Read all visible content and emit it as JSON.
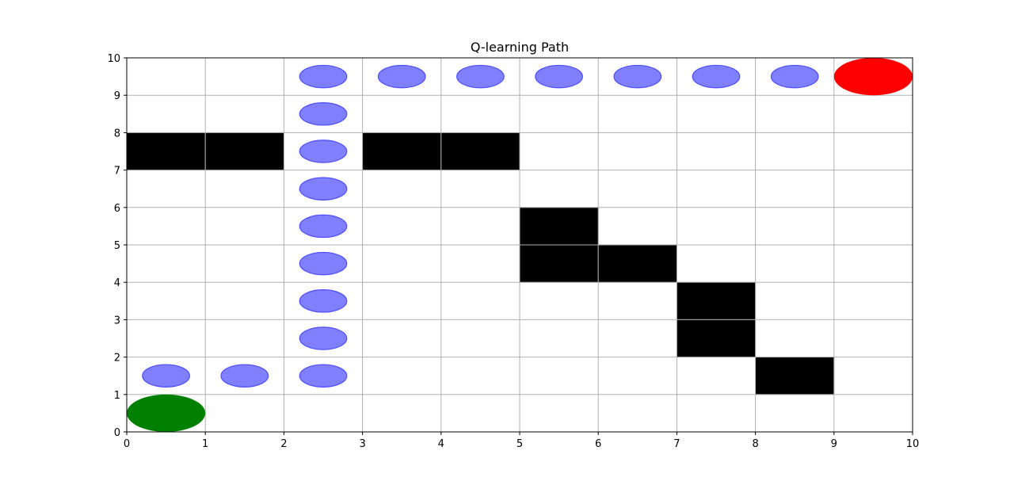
{
  "chart_data": {
    "type": "scatter",
    "title": "Q-learning Path",
    "xlabel": "",
    "ylabel": "",
    "xlim": [
      0,
      10
    ],
    "ylim": [
      0,
      10
    ],
    "xticks": [
      "0",
      "1",
      "2",
      "3",
      "4",
      "5",
      "6",
      "7",
      "8",
      "9",
      "10"
    ],
    "yticks": [
      "0",
      "1",
      "2",
      "3",
      "4",
      "5",
      "6",
      "7",
      "8",
      "9",
      "10"
    ],
    "grid": true,
    "obstacle_color": "#000000",
    "obstacles": [
      {
        "x": 0,
        "y": 7
      },
      {
        "x": 1,
        "y": 7
      },
      {
        "x": 3,
        "y": 7
      },
      {
        "x": 4,
        "y": 7
      },
      {
        "x": 5,
        "y": 5
      },
      {
        "x": 5,
        "y": 4
      },
      {
        "x": 6,
        "y": 4
      },
      {
        "x": 7,
        "y": 3
      },
      {
        "x": 7,
        "y": 2
      },
      {
        "x": 8,
        "y": 1
      }
    ],
    "path_color": "#8080ff",
    "path": [
      {
        "x": 0.5,
        "y": 1.5
      },
      {
        "x": 1.5,
        "y": 1.5
      },
      {
        "x": 2.5,
        "y": 1.5
      },
      {
        "x": 2.5,
        "y": 2.5
      },
      {
        "x": 2.5,
        "y": 3.5
      },
      {
        "x": 2.5,
        "y": 4.5
      },
      {
        "x": 2.5,
        "y": 5.5
      },
      {
        "x": 2.5,
        "y": 6.5
      },
      {
        "x": 2.5,
        "y": 7.5
      },
      {
        "x": 2.5,
        "y": 8.5
      },
      {
        "x": 2.5,
        "y": 9.5
      },
      {
        "x": 3.5,
        "y": 9.5
      },
      {
        "x": 4.5,
        "y": 9.5
      },
      {
        "x": 5.5,
        "y": 9.5
      },
      {
        "x": 6.5,
        "y": 9.5
      },
      {
        "x": 7.5,
        "y": 9.5
      },
      {
        "x": 8.5,
        "y": 9.5
      }
    ],
    "start": {
      "x": 0.5,
      "y": 0.5,
      "color": "#008000"
    },
    "goal": {
      "x": 9.5,
      "y": 9.5,
      "color": "#ff0000"
    }
  }
}
